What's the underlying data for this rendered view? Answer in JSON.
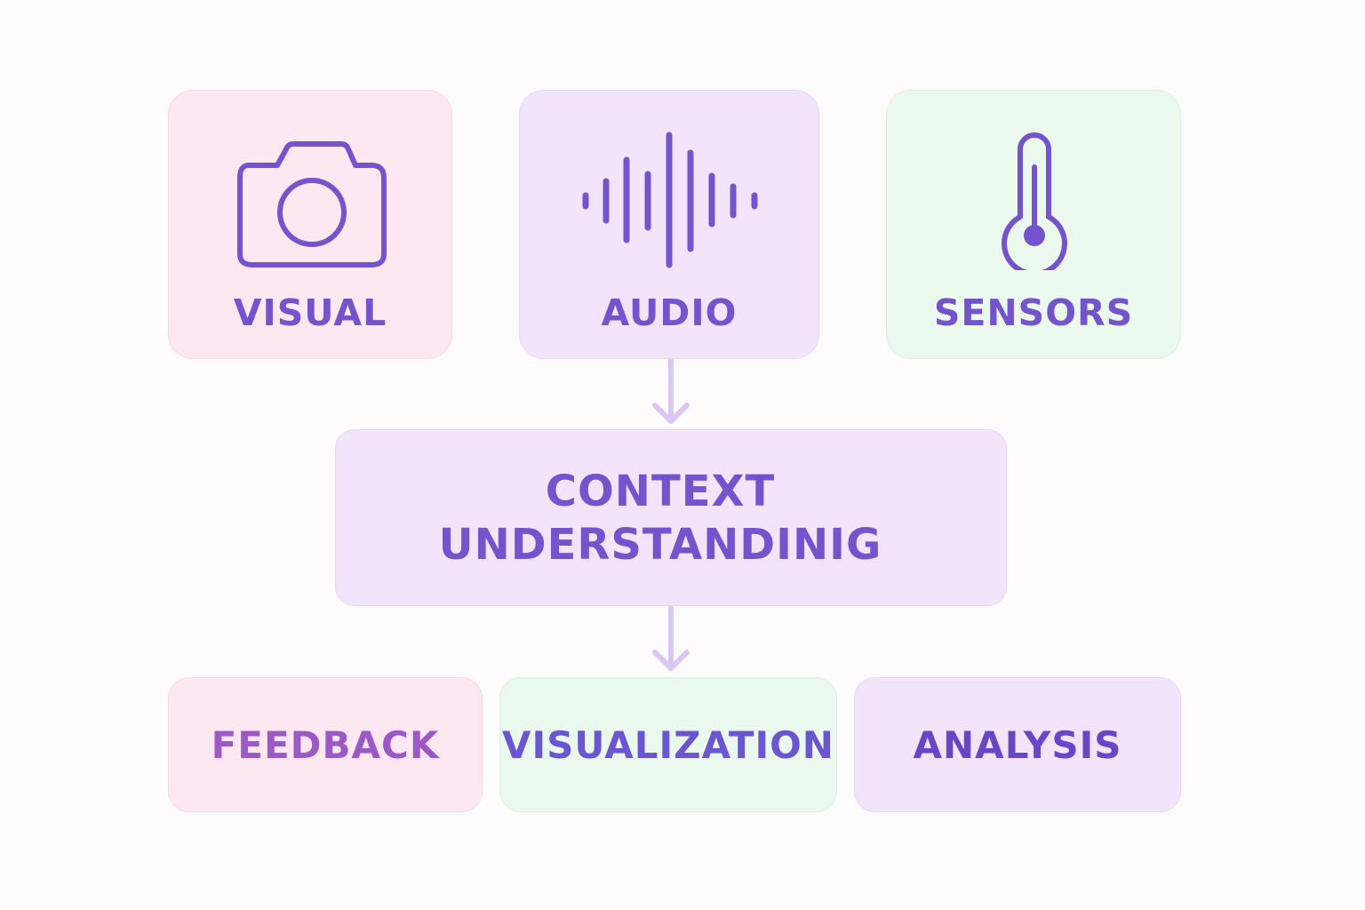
{
  "inputs": {
    "visual": {
      "label": "VISUAL",
      "icon": "camera-icon"
    },
    "audio": {
      "label": "AUDIO",
      "icon": "soundwave-icon"
    },
    "sensors": {
      "label": "SENSORS",
      "icon": "thermometer-icon"
    }
  },
  "center": {
    "line1": "CONTEXT",
    "line2": "UNDERSTANDINIG"
  },
  "outputs": {
    "feedback": {
      "label": "FEEDBACK"
    },
    "visualization": {
      "label": "VISUALIZATION"
    },
    "analysis": {
      "label": "ANALYSIS"
    }
  },
  "colors": {
    "accent": "#7354cd",
    "pink_box": "#fde7f1",
    "lavender_box": "#f1e4fb",
    "mint_box": "#eaf8ee",
    "arrow": "#dcc6f6"
  }
}
